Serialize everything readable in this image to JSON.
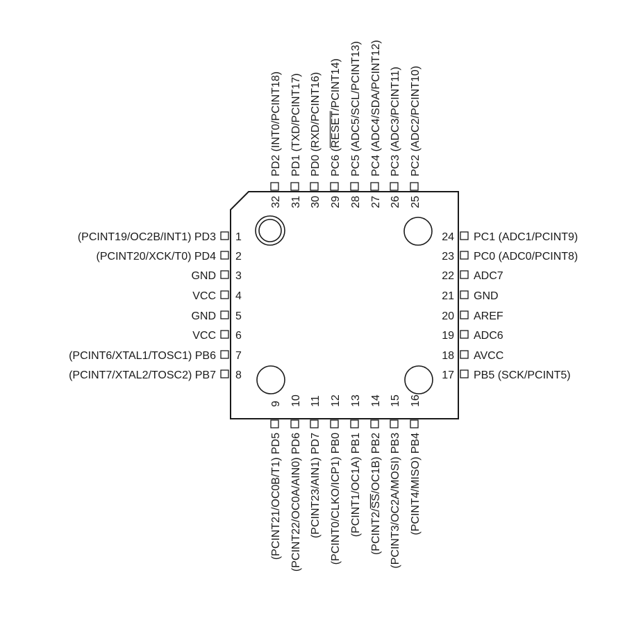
{
  "pins": {
    "left": [
      {
        "number": "1",
        "name": "PD3",
        "alt": "(PCINT19/OC2B/INT1)"
      },
      {
        "number": "2",
        "name": "PD4",
        "alt": "(PCINT20/XCK/T0)"
      },
      {
        "number": "3",
        "name": "GND",
        "alt": ""
      },
      {
        "number": "4",
        "name": "VCC",
        "alt": ""
      },
      {
        "number": "5",
        "name": "GND",
        "alt": ""
      },
      {
        "number": "6",
        "name": "VCC",
        "alt": ""
      },
      {
        "number": "7",
        "name": "PB6",
        "alt": "(PCINT6/XTAL1/TOSC1)"
      },
      {
        "number": "8",
        "name": "PB7",
        "alt": "(PCINT7/XTAL2/TOSC2)"
      }
    ],
    "bottom": [
      {
        "number": "9",
        "name": "PD5",
        "alt": "(PCINT21/OC0B/T1)"
      },
      {
        "number": "10",
        "name": "PD6",
        "alt": "(PCINT22/OC0A/AIN0)"
      },
      {
        "number": "11",
        "name": "PD7",
        "alt": "(PCINT23/AIN1)"
      },
      {
        "number": "12",
        "name": "PB0",
        "alt": "(PCINT0/CLKO/ICP1)"
      },
      {
        "number": "13",
        "name": "PB1",
        "alt": "(PCINT1/OC1A)"
      },
      {
        "number": "14",
        "name": "PB2",
        "alt": "(PCINT2/SS/OC1B)",
        "overline": "SS"
      },
      {
        "number": "15",
        "name": "PB3",
        "alt": "(PCINT3/OC2A/MOSI)"
      },
      {
        "number": "16",
        "name": "PB4",
        "alt": "(PCINT4/MISO)"
      }
    ],
    "right": [
      {
        "number": "17",
        "name": "PB5",
        "alt": "(SCK/PCINT5)"
      },
      {
        "number": "18",
        "name": "AVCC",
        "alt": ""
      },
      {
        "number": "19",
        "name": "ADC6",
        "alt": ""
      },
      {
        "number": "20",
        "name": "AREF",
        "alt": ""
      },
      {
        "number": "21",
        "name": "GND",
        "alt": ""
      },
      {
        "number": "22",
        "name": "ADC7",
        "alt": ""
      },
      {
        "number": "23",
        "name": "PC0",
        "alt": "(ADC0/PCINT8)"
      },
      {
        "number": "24",
        "name": "PC1",
        "alt": "(ADC1/PCINT9)"
      }
    ],
    "top": [
      {
        "number": "25",
        "name": "PC2",
        "alt": "(ADC2/PCINT10)"
      },
      {
        "number": "26",
        "name": "PC3",
        "alt": "(ADC3/PCINT11)"
      },
      {
        "number": "27",
        "name": "PC4",
        "alt": "(ADC4/SDA/PCINT12)"
      },
      {
        "number": "28",
        "name": "PC5",
        "alt": "(ADC5/SCL/PCINT13)"
      },
      {
        "number": "29",
        "name": "PC6",
        "alt": "(RESET/PCINT14)",
        "overline": "RESET"
      },
      {
        "number": "30",
        "name": "PD0",
        "alt": "(RXD/PCINT16)"
      },
      {
        "number": "31",
        "name": "PD1",
        "alt": "(TXD/PCINT17)"
      },
      {
        "number": "32",
        "name": "PD2",
        "alt": "(INT0/PCINT18)"
      }
    ]
  },
  "colors": {
    "line": "#1a1a1a",
    "background": "#ffffff"
  }
}
